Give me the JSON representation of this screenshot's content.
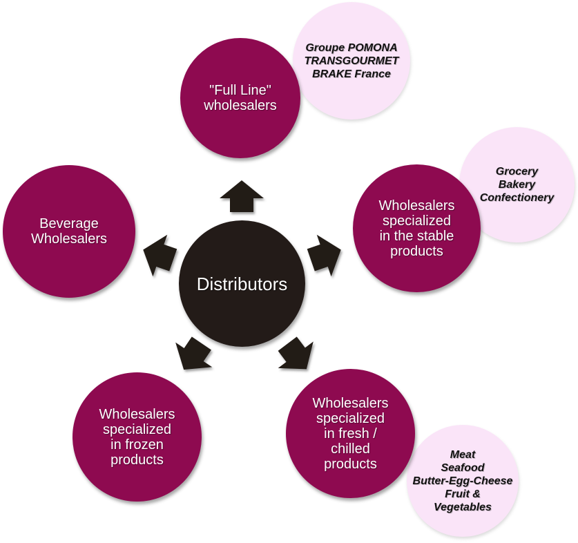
{
  "diagram": {
    "hub": {
      "label": "Distributors"
    },
    "branches": [
      {
        "id": "full-line",
        "label": "\"Full Line\"\nwholesalers"
      },
      {
        "id": "stable",
        "label": "Wholesalers\nspecialized\nin the stable\nproducts"
      },
      {
        "id": "beverage",
        "label": "Beverage\nWholesalers"
      },
      {
        "id": "frozen",
        "label": "Wholesalers\nspecialized\nin frozen\nproducts"
      },
      {
        "id": "fresh",
        "label": "Wholesalers\nspecialized\nin fresh /\nchilled\nproducts"
      }
    ],
    "examples": [
      {
        "id": "full-line-examples",
        "label": "Groupe POMONA\nTRANSGOURMET\nBRAKE France"
      },
      {
        "id": "stable-examples",
        "label": "Grocery\nBakery\nConfectionery"
      },
      {
        "id": "fresh-examples",
        "label": "Meat\nSeafood\nButter-Egg-Cheese\nFruit &\nVegetables"
      }
    ],
    "colors": {
      "branch_fill": "#8E0A50",
      "hub_fill": "#231B18",
      "example_fill": "#FAE4F8",
      "branch_text": "#FFFFFF",
      "example_text": "#111111",
      "arrow_fill": "#231B18",
      "background": "#FFFFFF"
    }
  }
}
